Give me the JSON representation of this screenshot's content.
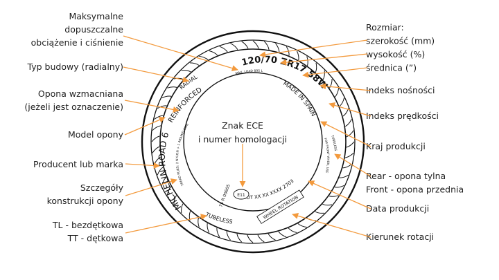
{
  "colors": {
    "arrow": "#f39a3d",
    "text": "#1e1e1e",
    "tire": "#111111"
  },
  "tire": {
    "size_text": "120/70 ZR17 58W",
    "radial": "RADIAL",
    "max_load": "MAX. LOAD 895 LBS AT 42 PSI COLD",
    "reinforced": "REINFORCED",
    "made_in": "MADE IN SPAIN",
    "model": "MICHELIN ROAD 6",
    "construction": "TREAD PLIES: 2 NYLON + 1 ARAMID SIDEWALL: 2 NYLON",
    "ece": "E11",
    "homologation": "75 R 00605",
    "dot": "DOT XX XX XXXX 2703",
    "wheel_rotation": "WHEEL ROTATION",
    "tubeless": "TUBELESS",
    "front_only": "FOR FRONT WHEEL USE ONLY",
    "tubeless_right": "TUBELESS"
  },
  "center_label": {
    "line1": "Znak ECE",
    "line2": "i numer homologacji"
  },
  "left_labels": [
    {
      "lines": [
        "Maksymalne",
        "dopuszczalne",
        "obciążenie i ciśnienie"
      ]
    },
    {
      "lines": [
        "Typ budowy (radialny)"
      ]
    },
    {
      "lines": [
        "Opona wzmacniana",
        "(jeżeli jest oznaczenie)"
      ]
    },
    {
      "lines": [
        "Model opony"
      ]
    },
    {
      "lines": [
        "Producent lub marka"
      ]
    },
    {
      "lines": [
        "Szczegóły",
        "konstrukcji opony"
      ]
    },
    {
      "lines": [
        "TL - bezdętkowa",
        "TT - dętkowa"
      ]
    }
  ],
  "right_labels": [
    {
      "lines": [
        "Rozmiar:",
        "szerokość (mm)",
        "wysokość (%)",
        "średnica (”)"
      ]
    },
    {
      "lines": [
        "Indeks nośności"
      ]
    },
    {
      "lines": [
        "Indeks prędkości"
      ]
    },
    {
      "lines": [
        "Kraj produkcji"
      ]
    },
    {
      "lines": [
        "Rear - opona tylna",
        "Front - opona przednia"
      ]
    },
    {
      "lines": [
        "Data produkcji"
      ]
    },
    {
      "lines": [
        "Kierunek rotacji"
      ]
    }
  ]
}
